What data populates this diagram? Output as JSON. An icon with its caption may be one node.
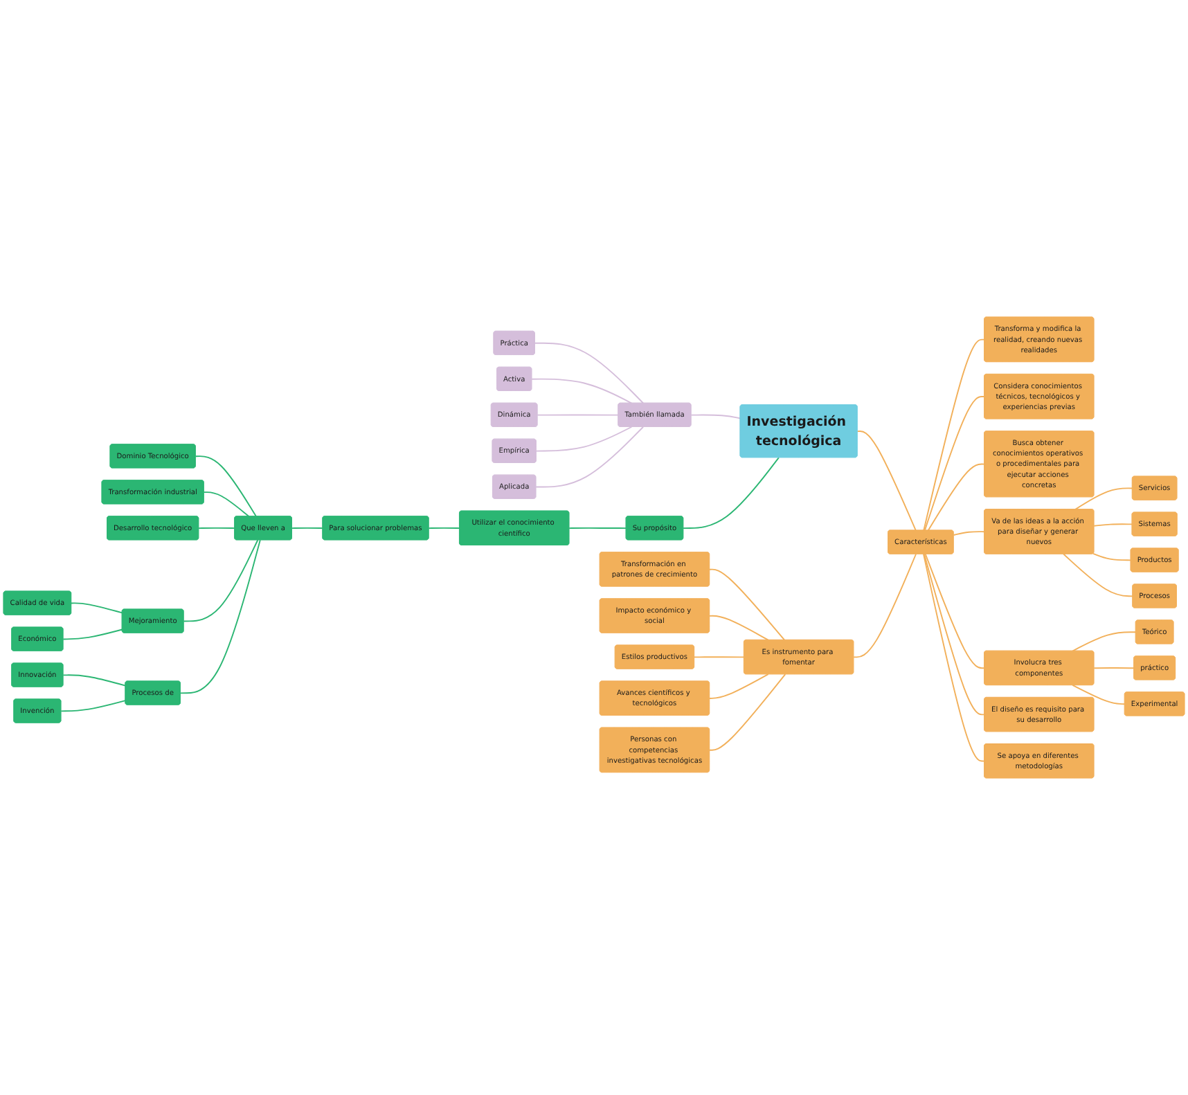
{
  "diagram": {
    "nodes": [
      {
        "text": [
          "Investigación tecnológica"
        ]
      },
      {
        "text": [
          "También llamada"
        ]
      },
      {
        "text": [
          "Práctica"
        ]
      },
      {
        "text": [
          "Activa"
        ]
      },
      {
        "text": [
          "Dinámica"
        ]
      },
      {
        "text": [
          "Empírica"
        ]
      },
      {
        "text": [
          "Aplicada"
        ]
      },
      {
        "text": [
          "Su propósito"
        ]
      },
      {
        "text": [
          "Utilizar el conocimiento científico"
        ]
      },
      {
        "text": [
          "Para solucionar problemas"
        ]
      },
      {
        "text": [
          "Que lleven a"
        ]
      },
      {
        "text": [
          "Dominio Tecnológico"
        ]
      },
      {
        "text": [
          "Transformación industrial"
        ]
      },
      {
        "text": [
          "Desarrollo tecnológico"
        ]
      },
      {
        "text": [
          "Mejoramiento"
        ]
      },
      {
        "text": [
          "Calidad de vida"
        ]
      },
      {
        "text": [
          "Económico"
        ]
      },
      {
        "text": [
          "Procesos de"
        ]
      },
      {
        "text": [
          "Innovación"
        ]
      },
      {
        "text": [
          "Invención"
        ]
      },
      {
        "text": [
          "Características"
        ]
      },
      {
        "text": [
          "Transforma y modifica la realidad, creando nuevas realidades"
        ]
      },
      {
        "text": [
          "Considera conocimientos técnicos, tecnológicos y experiencias previas"
        ]
      },
      {
        "text": [
          "Busca obtener conocimientos operativos o procedimentales para ejecutar acciones concretas"
        ]
      },
      {
        "text": [
          "Va de las ideas a la acción para diseñar y generar nuevos"
        ]
      },
      {
        "text": [
          "Servicios"
        ]
      },
      {
        "text": [
          "Sistemas"
        ]
      },
      {
        "text": [
          "Productos"
        ]
      },
      {
        "text": [
          "Procesos"
        ]
      },
      {
        "text": [
          "Involucra tres componentes"
        ]
      },
      {
        "text": [
          "Teórico"
        ]
      },
      {
        "text": [
          "práctico"
        ]
      },
      {
        "text": [
          "Experimental"
        ]
      },
      {
        "text": [
          "El diseño es requisito para su desarrollo"
        ]
      },
      {
        "text": [
          "Se apoya en diferentes metodologías"
        ]
      },
      {
        "text": [
          "Es instrumento para fomentar"
        ]
      },
      {
        "text": [
          "Transformación en patrones de crecimiento"
        ]
      },
      {
        "text": [
          "Impacto económico y social"
        ]
      },
      {
        "text": [
          "Estilos productivos"
        ]
      },
      {
        "text": [
          "Avances científicos y tecnológicos"
        ]
      },
      {
        "text": [
          "Personas con competencias investigativas tecnológicas"
        ]
      }
    ],
    "edges": [
      {
        "from": 1,
        "to": 0,
        "arrow": "none",
        "color": "#d5bedb"
      },
      {
        "from": 2,
        "to": 1,
        "arrow": "none",
        "color": "#d5bedb"
      },
      {
        "from": 3,
        "to": 1,
        "arrow": "none",
        "color": "#d5bedb"
      },
      {
        "from": 4,
        "to": 1,
        "arrow": "none",
        "color": "#d5bedb"
      },
      {
        "from": 5,
        "to": 1,
        "arrow": "none",
        "color": "#d5bedb"
      },
      {
        "from": 6,
        "to": 1,
        "arrow": "none",
        "color": "#d5bedb"
      },
      {
        "from": 7,
        "to": 0,
        "arrow": "none",
        "color": "#2bb673"
      },
      {
        "from": 8,
        "to": 7,
        "arrow": "none",
        "color": "#2bb673"
      },
      {
        "from": 9,
        "to": 8,
        "arrow": "none",
        "color": "#2bb673"
      },
      {
        "from": 10,
        "to": 9,
        "arrow": "none",
        "color": "#2bb673"
      },
      {
        "from": 11,
        "to": 10,
        "arrow": "none",
        "color": "#2bb673"
      },
      {
        "from": 12,
        "to": 10,
        "arrow": "none",
        "color": "#2bb673"
      },
      {
        "from": 13,
        "to": 10,
        "arrow": "none",
        "color": "#2bb673"
      },
      {
        "from": 14,
        "to": 10,
        "arrow": "none",
        "color": "#2bb673"
      },
      {
        "from": 17,
        "to": 10,
        "arrow": "none",
        "color": "#2bb673"
      },
      {
        "from": 15,
        "to": 14,
        "arrow": "none",
        "color": "#2bb673"
      },
      {
        "from": 16,
        "to": 14,
        "arrow": "none",
        "color": "#2bb673"
      },
      {
        "from": 18,
        "to": 17,
        "arrow": "none",
        "color": "#2bb673"
      },
      {
        "from": 19,
        "to": 17,
        "arrow": "none",
        "color": "#2bb673"
      },
      {
        "from": 0,
        "to": 20,
        "arrow": "none"
      },
      {
        "from": 20,
        "to": 21,
        "arrow": "none"
      },
      {
        "from": 20,
        "to": 22,
        "arrow": "none"
      },
      {
        "from": 20,
        "to": 23,
        "arrow": "none"
      },
      {
        "from": 20,
        "to": 24,
        "arrow": "none"
      },
      {
        "from": 24,
        "to": 25,
        "arrow": "none"
      },
      {
        "from": 24,
        "to": 26,
        "arrow": "none"
      },
      {
        "from": 24,
        "to": 27,
        "arrow": "none"
      },
      {
        "from": 24,
        "to": 28,
        "arrow": "none"
      },
      {
        "from": 20,
        "to": 29,
        "arrow": "none"
      },
      {
        "from": 29,
        "to": 30,
        "arrow": "none"
      },
      {
        "from": 29,
        "to": 31,
        "arrow": "none"
      },
      {
        "from": 29,
        "to": 32,
        "arrow": "none"
      },
      {
        "from": 20,
        "to": 33,
        "arrow": "none"
      },
      {
        "from": 20,
        "to": 34,
        "arrow": "none"
      },
      {
        "from": 35,
        "to": 20,
        "arrow": "none"
      },
      {
        "from": 36,
        "to": 35,
        "arrow": "none"
      },
      {
        "from": 37,
        "to": 35,
        "arrow": "none"
      },
      {
        "from": 38,
        "to": 35,
        "arrow": "none"
      },
      {
        "from": 39,
        "to": 35,
        "arrow": "none"
      },
      {
        "from": 40,
        "to": 35,
        "arrow": "none"
      }
    ]
  }
}
